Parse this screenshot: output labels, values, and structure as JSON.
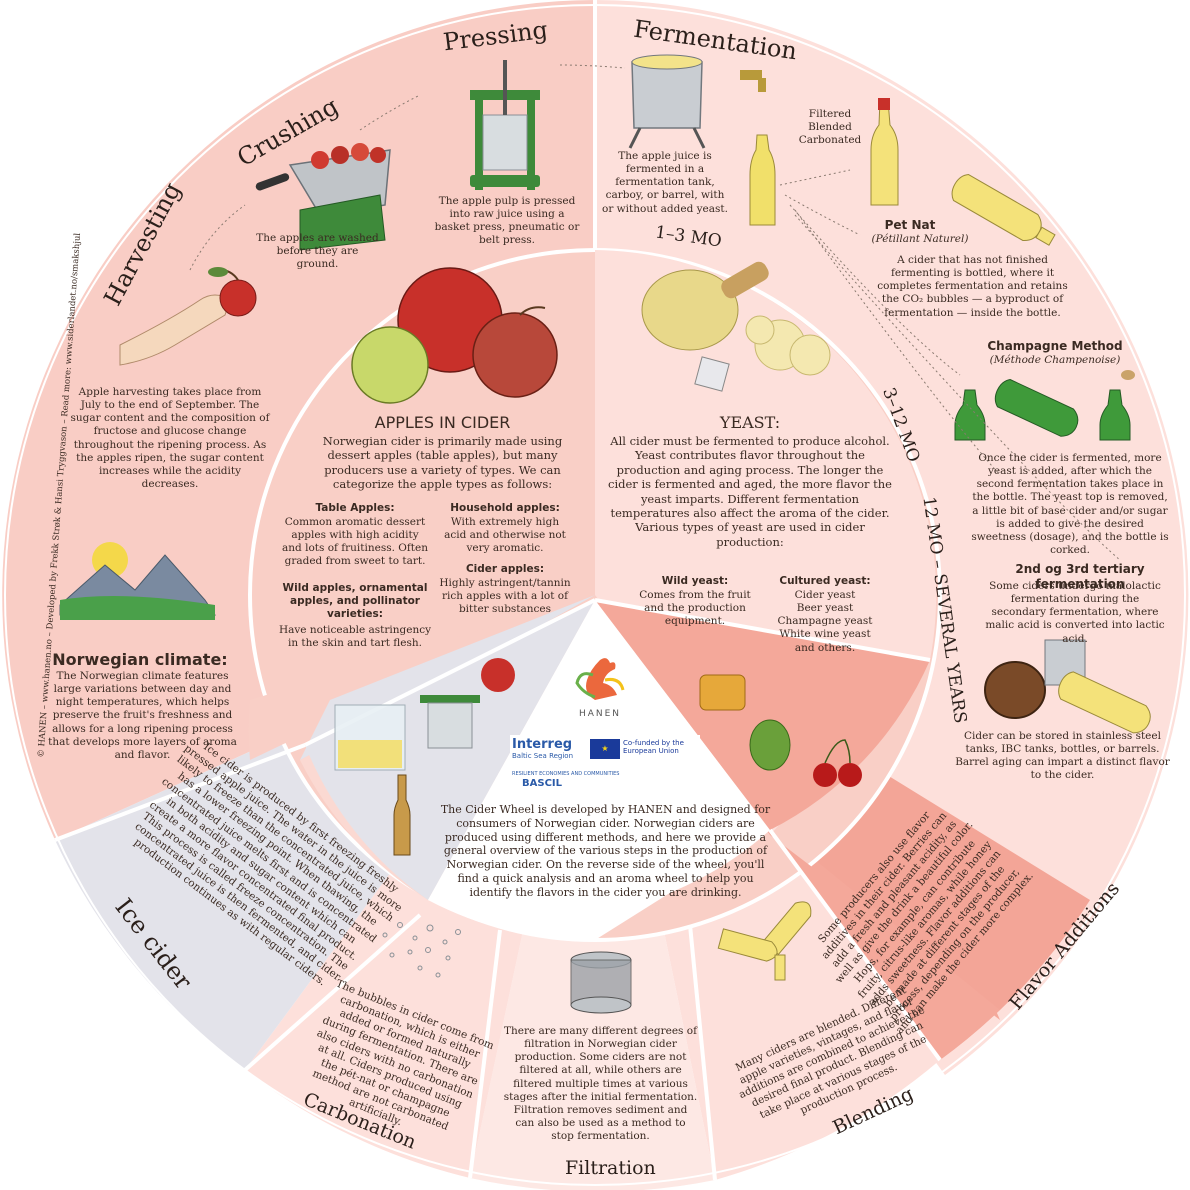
{
  "credit": "© HANEN – www.hanen.no – Developed by Frekk Strøk & Hansi Tryggvason – Read more: www.siderlandet.no/smakshjul",
  "sections": {
    "harvesting": "Harvesting",
    "crushing": "Crushing",
    "pressing": "Pressing",
    "fermentation": "Fermentation",
    "ice_cider": "Ice cider",
    "carbonation": "Carbonation",
    "filtration": "Filtration",
    "blending": "Blending",
    "flavor_additions": "Flavor Additions"
  },
  "durations": {
    "d1": "1–3 MO",
    "d2": "3–12 MO",
    "d3": "12 MO – SEVERAL YEARS"
  },
  "texts": {
    "crushing": "The apples are washed before they are ground.",
    "pressing": "The apple pulp is pressed into raw juice using a basket press, pneumatic or belt press.",
    "fermentation": "The apple juice is fermented in a fermentation tank, carboy, or barrel, with or without added yeast.",
    "filtered": "Filtered\nBlended\nCarbonated",
    "harvesting": "Apple harvesting takes place from July to the end of September. The sugar content and the composition of fructose and glucose change throughout the ripening process. As the apples ripen, the sugar content increases while the acidity decreases.",
    "pet_nat_title": "Pet Nat",
    "pet_nat_sub": "(Pétillant Naturel)",
    "pet_nat": "A cider that has not finished fermenting is bottled, where it completes fermentation and retains the CO₂ bubbles — a byproduct of fermentation — inside the bottle.",
    "champagne_title": "Champagne Method",
    "champagne_sub": "(Méthode Champenoise)",
    "champagne": "Once the cider is fermented, more yeast is added, after which the second fermentation takes place in the bottle. The yeast top is removed, a little bit of base cider and/or sugar is added to give the desired sweetness (dosage), and the bottle is corked.",
    "tertiary_title": "2nd og 3rd tertiary fermentation",
    "tertiary": "Some ciders undergo malolactic fermentation during the secondary fermentation, where malic acid is converted into lactic acid.",
    "storage": "Cider can be stored in stainless steel tanks, IBC tanks, bottles, or barrels. Barrel aging can impart a distinct flavor to the cider.",
    "climate_title": "Norwegian climate:",
    "climate": "The Norwegian climate features large variations between day and night temperatures, which helps preserve the fruit's freshness and allows for a long ripening process that develops more layers of aroma and flavor.",
    "apples_title": "APPLES IN CIDER",
    "apples_intro": "Norwegian cider is primarily made using dessert apples (table apples), but many producers use a variety of types. We can categorize the apple types as follows:",
    "table_title": "Table Apples:",
    "table": "Common aromatic dessert apples with high acidity and lots of fruitiness. Often graded from sweet to tart.",
    "household_title": "Household apples:",
    "household": "With extremely high acid and otherwise not very aromatic.",
    "cider_apples_title": "Cider apples:",
    "cider_apples": "Highly astringent/tannin rich apples with a lot of bitter substances",
    "wild_apples_title": "Wild apples, ornamental apples, and pollinator varieties:",
    "wild_apples": "Have noticeable astringency in the skin and tart flesh.",
    "yeast_title": "YEAST:",
    "yeast": "All cider must be fermented to produce alcohol. Yeast contributes flavor throughout the production and aging process. The longer the cider is fermented and aged, the more flavor the yeast imparts. Different fermentation temperatures also affect the aroma of the cider. Various types of yeast are used in cider production:",
    "wild_yeast_title": "Wild yeast:",
    "wild_yeast": "Comes from the fruit and the production equipment.",
    "cultured_title": "Cultured yeast:",
    "cultured": "Cider yeast\nBeer yeast\nChampagne yeast\nWhite wine yeast\nand others.",
    "center": "The Cider Wheel is developed by HANEN and designed for consumers of Norwegian cider. Norwegian ciders are produced using different methods, and here we provide a general overview of the various steps in the production of Norwegian cider. On the reverse side of the wheel, you'll find a quick analysis and an aroma wheel to help you identify the flavors in the cider you are drinking.",
    "ice_cider": "Ice cider is produced by first freezing freshly pressed apple juice. The water in the juice is more likely to freeze than the concentrated juice, which has a lower freezing point. When thawing, the concentrated juice melts first and is concentrated in both acidity and sugar content which can create a more flavor concentrated final product. This process is called freeze concentration. The concentrated juice is then fermented, and cider production continues as with regular ciders.",
    "carbonation": "The bubbles in cider come from carbonation, which is either added or formed naturally during fermentation. There are also ciders with no carbonation at all. Ciders produced using the pét-nat or champagne method are not carbonated artificially.",
    "filtration": "There are many different degrees of filtration in Norwegian cider production. Some ciders are not filtered at all, while others are filtered multiple times at various stages after the initial fermentation. Filtration removes sediment and can also be used as a method to stop fermentation.",
    "blending": "Many ciders are blended. Different apple varieties, vintages, and flavor additions are combined to achieve the desired final product. Blending can take place at various stages of the production process.",
    "flavor": "Some producers also use flavor additives in their cider. Berries can add a fresh and pleasant acidity, as well as give the drink a beautiful color. Hops, for example, can contribute fruity, citrus-like aromas, while honey adds sweetness. Flavor additions can be made at different stages of the process, depending on the producer, and can make the cider more complex."
  },
  "logos": {
    "hanen": "HANEN",
    "interreg": "Interreg",
    "interreg_sub": "Baltic Sea Region",
    "eu": "Co-funded by the European Union",
    "bascil_sub": "RESILIENT ECONOMIES AND COMMUNITIES",
    "bascil": "BASCIL"
  },
  "colors": {
    "outer_pink": "#f9cfc8",
    "outer_light": "#fde3de",
    "inner_pink": "#fbd5cc",
    "flavor_red": "#f3a597",
    "ice_gray": "#e2e2e8",
    "center_white": "#ffffff"
  }
}
